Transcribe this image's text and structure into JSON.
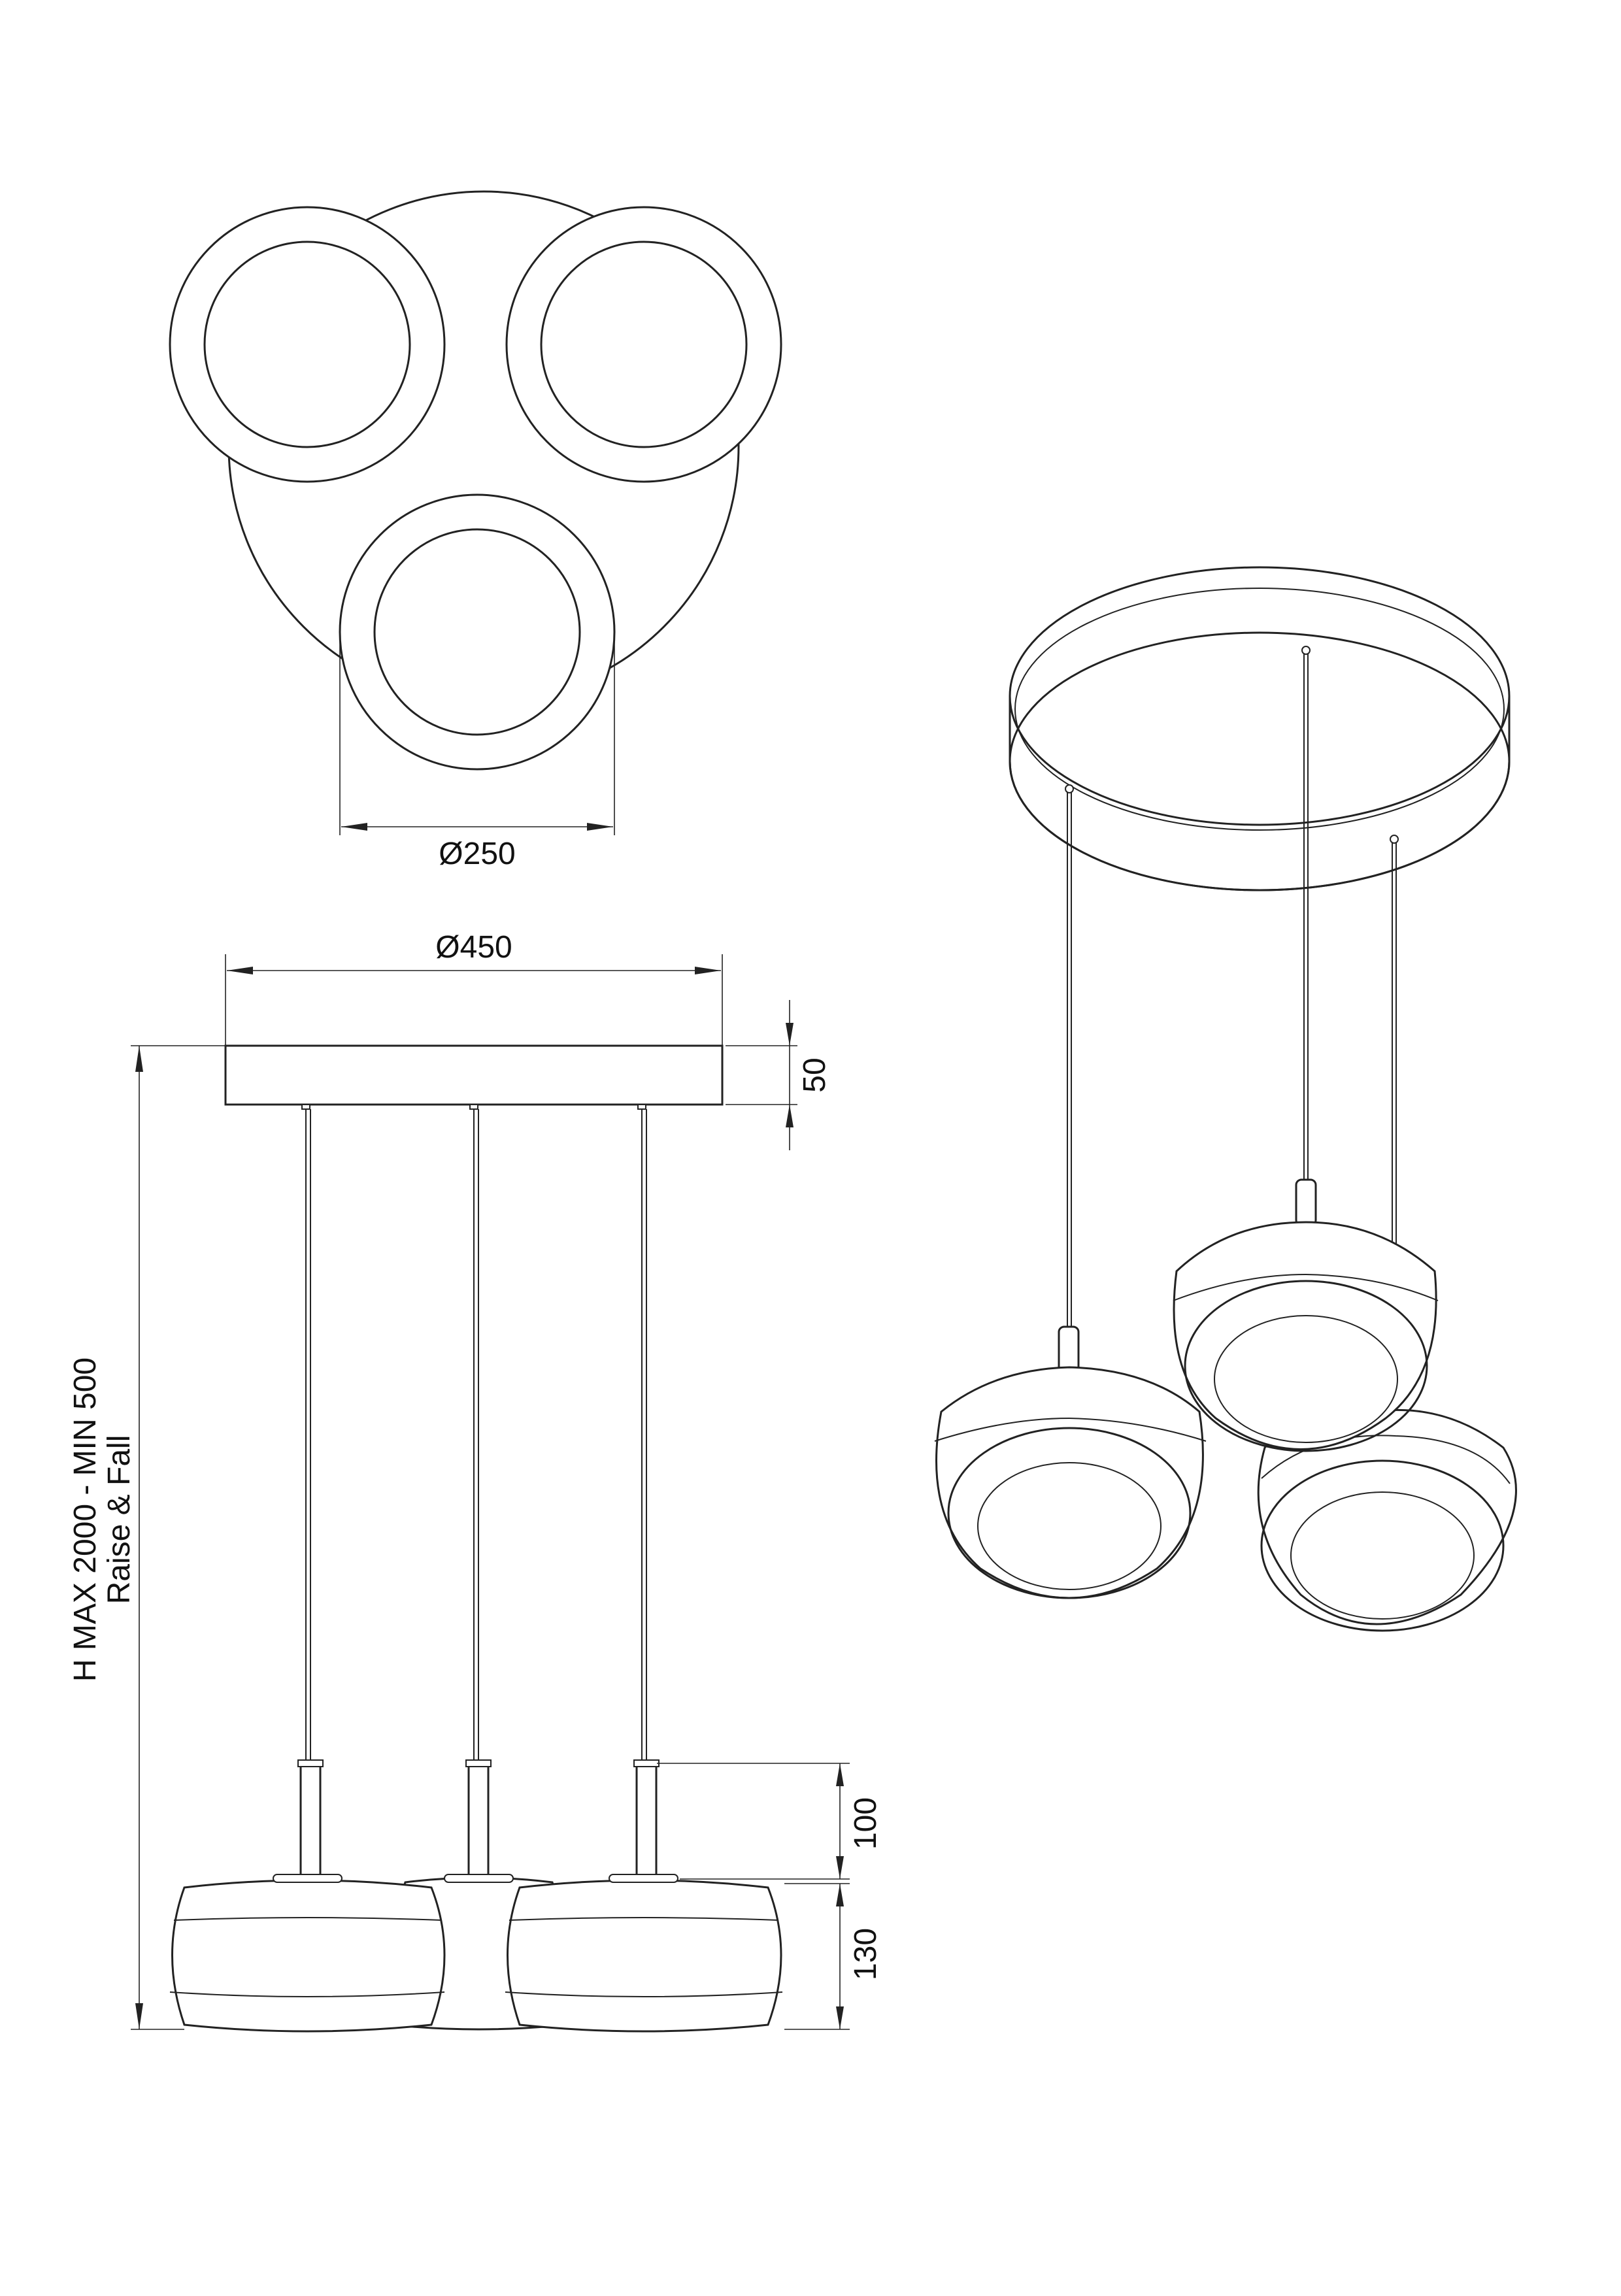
{
  "dimensions": {
    "shade_diameter": "Ø250",
    "canopy_diameter": "Ø450",
    "canopy_height": "50",
    "stem_height": "100",
    "shade_height": "130",
    "overall_height": "H MAX 2000 - MIN 500",
    "height_note": "Raise & Fall"
  },
  "colors": {
    "line": "#222222",
    "background": "#ffffff"
  }
}
